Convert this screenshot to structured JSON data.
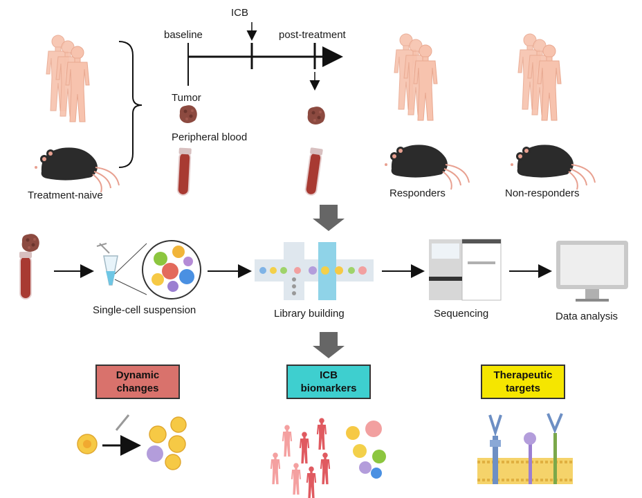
{
  "timeline": {
    "baseline": "baseline",
    "icb": "ICB",
    "post_treatment": "post-treatment",
    "tumor": "Tumor",
    "peripheral_blood": "Peripheral blood"
  },
  "groups": {
    "treatment_naive": "Treatment-naive",
    "responders": "Responders",
    "non_responders": "Non-responders"
  },
  "workflow": {
    "single_cell": "Single-cell suspension",
    "library": "Library building",
    "sequencing": "Sequencing",
    "data_analysis": "Data analysis"
  },
  "outcomes": {
    "dynamic": {
      "line1": "Dynamic",
      "line2": "changes",
      "color": "#d9726c"
    },
    "biomarkers": {
      "line1": "ICB",
      "line2": "biomarkers",
      "color": "#3ecfcf"
    },
    "targets": {
      "line1": "Therapeutic",
      "line2": "targets",
      "color": "#f5e600"
    }
  },
  "colors": {
    "skin": "#f7c3ae",
    "mouse": "#2b2b2b",
    "tumor": "#8c4a40",
    "blood": "#a83a32",
    "arrow_gray": "#666666",
    "people_red": "#e05a60",
    "people_pink": "#f4a0a0"
  }
}
